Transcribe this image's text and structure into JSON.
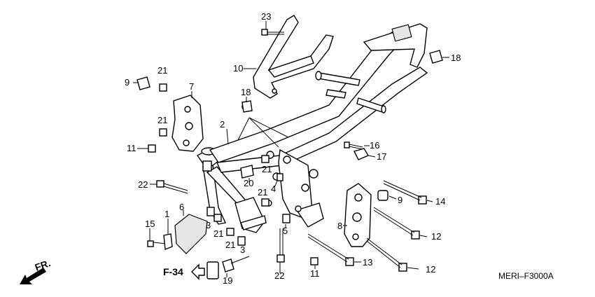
{
  "callouts": [
    {
      "id": "c1",
      "text": "1"
    },
    {
      "id": "c2",
      "text": "2"
    },
    {
      "id": "c3a",
      "text": "3"
    },
    {
      "id": "c3b",
      "text": "3"
    },
    {
      "id": "c4",
      "text": "4"
    },
    {
      "id": "c5",
      "text": "5"
    },
    {
      "id": "c6",
      "text": "6"
    },
    {
      "id": "c7",
      "text": "7"
    },
    {
      "id": "c8",
      "text": "8"
    },
    {
      "id": "c9a",
      "text": "9"
    },
    {
      "id": "c9b",
      "text": "9"
    },
    {
      "id": "c10",
      "text": "10"
    },
    {
      "id": "c11a",
      "text": "11"
    },
    {
      "id": "c11b",
      "text": "11"
    },
    {
      "id": "c12a",
      "text": "12"
    },
    {
      "id": "c12b",
      "text": "12"
    },
    {
      "id": "c13",
      "text": "13"
    },
    {
      "id": "c14",
      "text": "14"
    },
    {
      "id": "c15",
      "text": "15"
    },
    {
      "id": "c16",
      "text": "16"
    },
    {
      "id": "c17",
      "text": "17"
    },
    {
      "id": "c18a",
      "text": "18"
    },
    {
      "id": "c18b",
      "text": "18"
    },
    {
      "id": "c19",
      "text": "19"
    },
    {
      "id": "c20",
      "text": "20"
    },
    {
      "id": "c21a",
      "text": "21"
    },
    {
      "id": "c21b",
      "text": "21"
    },
    {
      "id": "c21c",
      "text": "21"
    },
    {
      "id": "c21d",
      "text": "21"
    },
    {
      "id": "c21e",
      "text": "21"
    },
    {
      "id": "c21f",
      "text": "21"
    },
    {
      "id": "c22a",
      "text": "22"
    },
    {
      "id": "c22b",
      "text": "22"
    },
    {
      "id": "c23",
      "text": "23"
    }
  ],
  "section_ref": "F-34",
  "direction_label": "FR.",
  "drawing_code": "MERI–F3000A"
}
